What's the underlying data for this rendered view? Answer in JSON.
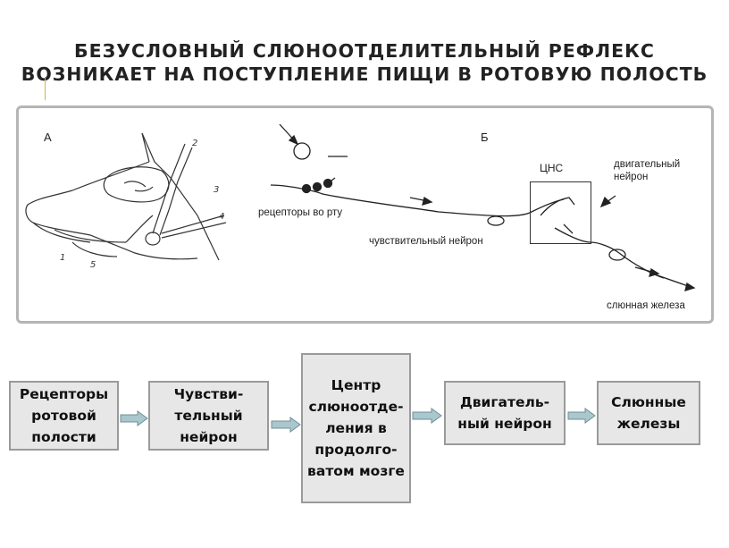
{
  "title": {
    "line1": "БЕЗУСЛОВНЫЙ СЛЮНООТДЕЛИТЕЛЬНЫЙ РЕФЛЕКС",
    "line2": "ВОЗНИКАЕТ НА ПОСТУПЛЕНИЕ ПИЩИ В РОТОВУЮ ПОЛОСТЬ"
  },
  "figure": {
    "panel_a_label": "А",
    "panel_b_label": "Б",
    "dog_numbers": [
      "1",
      "2",
      "3",
      "4",
      "5"
    ],
    "receptors_label": "рецепторы во рту",
    "sensory_neuron_label": "чувствительный нейрон",
    "cns_label": "ЦНС",
    "motor_neuron_label": "двигательный нейрон",
    "gland_label": "слюнная железа"
  },
  "flow": {
    "box1": "Рецепторы ротовой полости",
    "box2": "Чувстви-тельный нейрон",
    "box3": "Центр слюноотде-ления в продолго-ватом мозге",
    "box4": "Двигатель-ный нейрон",
    "box5": "Слюнные железы"
  }
}
